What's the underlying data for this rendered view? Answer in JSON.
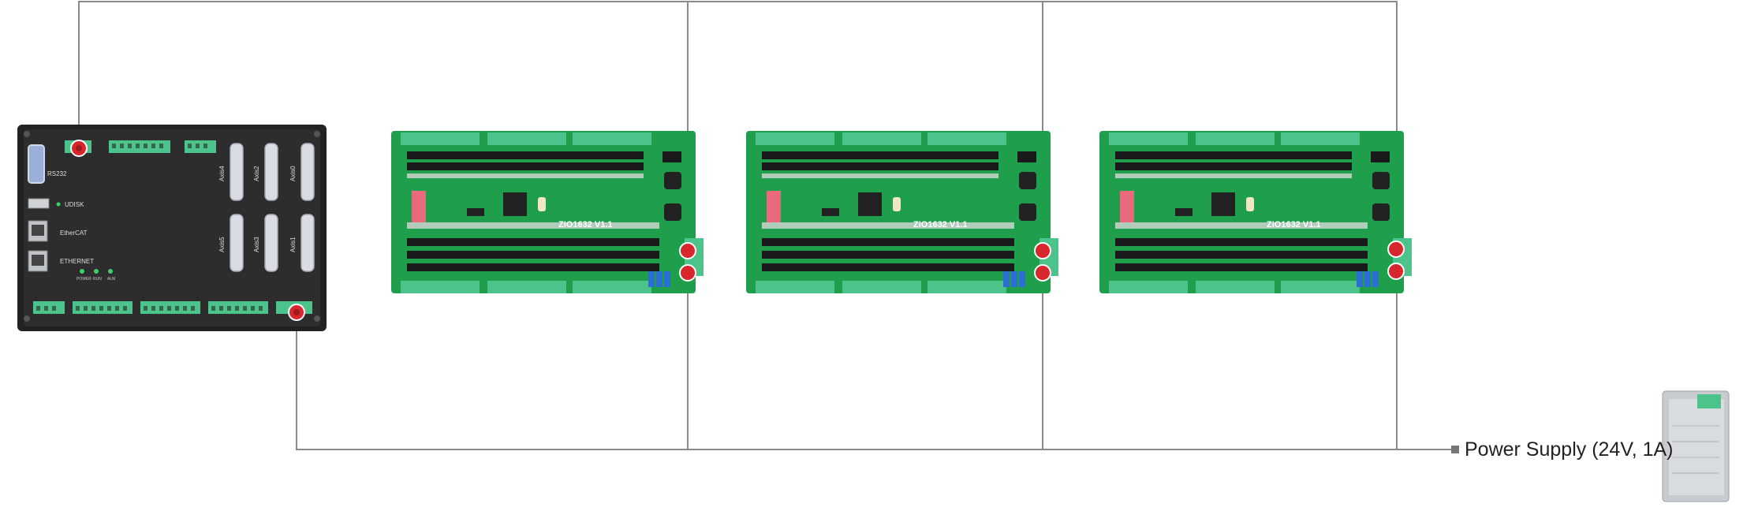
{
  "controller": {
    "ports": {
      "rs232": "RS232",
      "udisk": "UDISK",
      "ethercat": "EtherCAT",
      "ethernet": "ETHERNET"
    },
    "leds": [
      "POWER",
      "RUN",
      "ALM"
    ],
    "axes": [
      "Axis4",
      "Axis2",
      "Axis0",
      "Axis5",
      "Axis3",
      "Axis1"
    ]
  },
  "io_boards": [
    {
      "model": "ZIO1632 V1.1"
    },
    {
      "model": "ZIO1632 V1.1"
    },
    {
      "model": "ZIO1632 V1.1"
    }
  ],
  "power_supply": {
    "label": "Power Supply (24V, 1A)"
  },
  "colors": {
    "wire": "#8a8a8a",
    "board_green": "#1f9e4c",
    "terminal_green": "#4cc38a",
    "controller_body": "#2b2b2b",
    "connector_red": "#d8262d",
    "dip_switch": "#e86a7c",
    "bus_connector": "#2a6fd1"
  }
}
